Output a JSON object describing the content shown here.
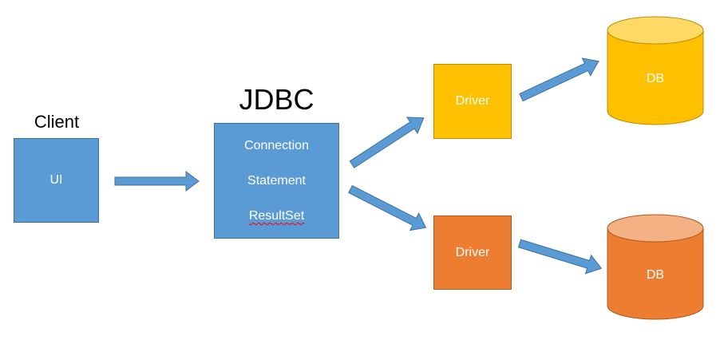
{
  "client": {
    "title": "Client",
    "box_label": "UI"
  },
  "jdbc": {
    "title": "JDBC",
    "items": [
      "Connection",
      "Statement",
      "ResultSet"
    ]
  },
  "drivers": {
    "top_label": "Driver",
    "bottom_label": "Driver"
  },
  "databases": {
    "top_label": "DB",
    "bottom_label": "DB"
  },
  "colors": {
    "blue": "#5b9bd5",
    "yellow": "#ffc000",
    "orange": "#ed7d31",
    "arrow": "#5b9bd5"
  }
}
